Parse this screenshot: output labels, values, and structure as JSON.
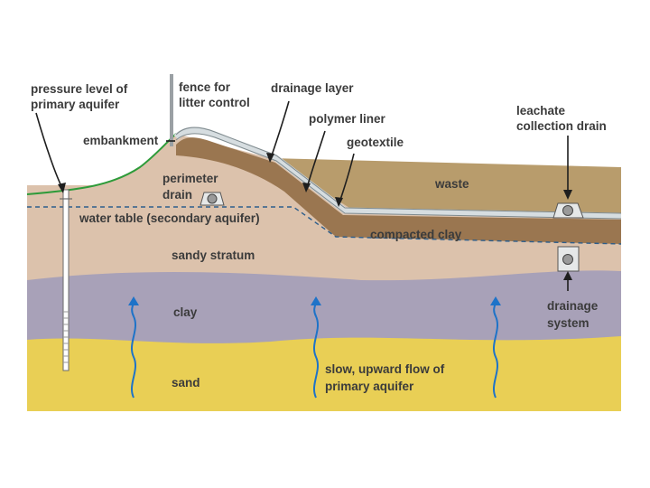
{
  "labels": {
    "pressure_level": [
      "pressure level of",
      "primary aquifer"
    ],
    "fence": [
      "fence for",
      "litter control"
    ],
    "drainage_layer": "drainage layer",
    "polymer_liner": "polymer liner",
    "geotextile": "geotextile",
    "leachate_drain": [
      "leachate",
      "collection drain"
    ],
    "embankment": "embankment",
    "perimeter_drain": [
      "perimeter",
      "drain"
    ],
    "waste": "waste",
    "water_table": "water table (secondary aquifer)",
    "compacted_clay": "compacted clay",
    "sandy_stratum": "sandy stratum",
    "clay": "clay",
    "drainage_system": [
      "drainage",
      "system"
    ],
    "sand": "sand",
    "upward_flow": [
      "slow, upward flow of",
      "primary aquifer"
    ]
  },
  "colors": {
    "sand": "#e9cf55",
    "clay_layer": "#a8a1b8",
    "sandy_stratum": "#dcc2ac",
    "waste": "#b89c6c",
    "compacted_clay": "#9a7650",
    "liner": "#d6dde0",
    "embankment_edge": "#2e9b3a",
    "water_table": "#2d5e8c",
    "flow_arrows": "#1e73c8"
  }
}
